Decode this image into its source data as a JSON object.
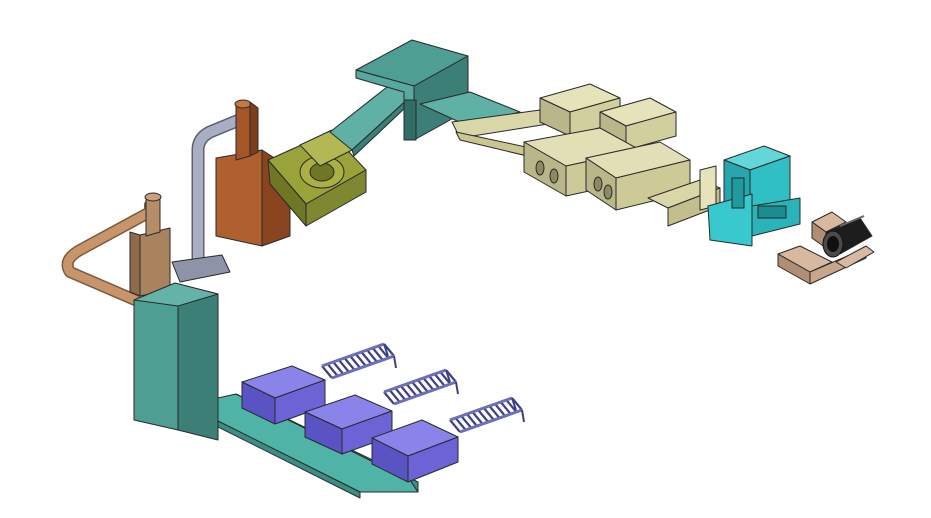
{
  "scene": {
    "description_visible_text": "",
    "palette": {
      "background": "#ffffff",
      "teal": "#4e9e94",
      "teal_dark": "#3b7f77",
      "cyan": "#2fbfc4",
      "khaki": "#d9d6a8",
      "khaki_dark": "#b9b68a",
      "olive": "#9aa23a",
      "olive_dark": "#6f7724",
      "rust": "#b05f2e",
      "tan": "#b98a62",
      "pipe_gray": "#9aa0b8",
      "purple": "#6b63d6",
      "purple_dark": "#4b45a8",
      "rail": "#8c8fc4",
      "clay": "#c9a58a"
    },
    "components": [
      "feed-conveyor",
      "raw-material-hopper",
      "screw-crusher",
      "furnace-tower",
      "exhaust-duct",
      "cyclone-separator",
      "delivery-chute",
      "forming-station",
      "output-conveyor",
      "cutting-unit",
      "pipe-support-cradles"
    ]
  }
}
